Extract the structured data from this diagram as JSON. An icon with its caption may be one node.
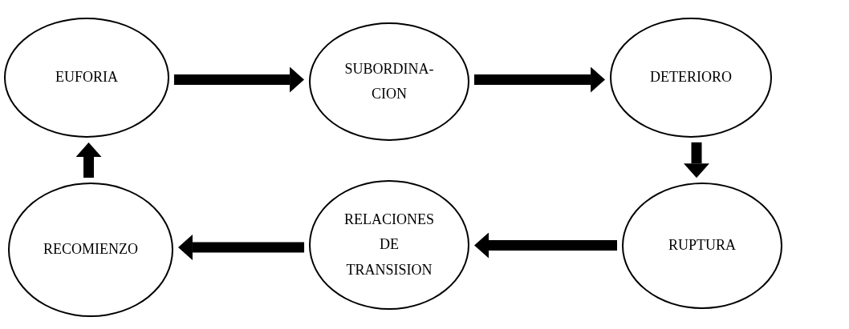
{
  "diagram": {
    "nodes": [
      {
        "text": [
          "EUFORIA"
        ]
      },
      {
        "text": [
          "SUBORDINA-CION"
        ]
      },
      {
        "text": [
          "DETERIORO"
        ]
      },
      {
        "text": [
          "RECOMIENZO"
        ]
      },
      {
        "text": [
          "RELACIONES DE TRANSISION"
        ]
      },
      {
        "text": [
          "RUPTURA"
        ]
      }
    ],
    "edges": [
      {
        "from": 0,
        "to": 1,
        "arrow": "to"
      },
      {
        "from": 1,
        "to": 2,
        "arrow": "to"
      },
      {
        "from": 2,
        "to": 5,
        "arrow": "to"
      },
      {
        "from": 5,
        "to": 4,
        "arrow": "to"
      },
      {
        "from": 4,
        "to": 3,
        "arrow": "to"
      },
      {
        "from": 3,
        "to": 0,
        "arrow": "to"
      }
    ]
  }
}
